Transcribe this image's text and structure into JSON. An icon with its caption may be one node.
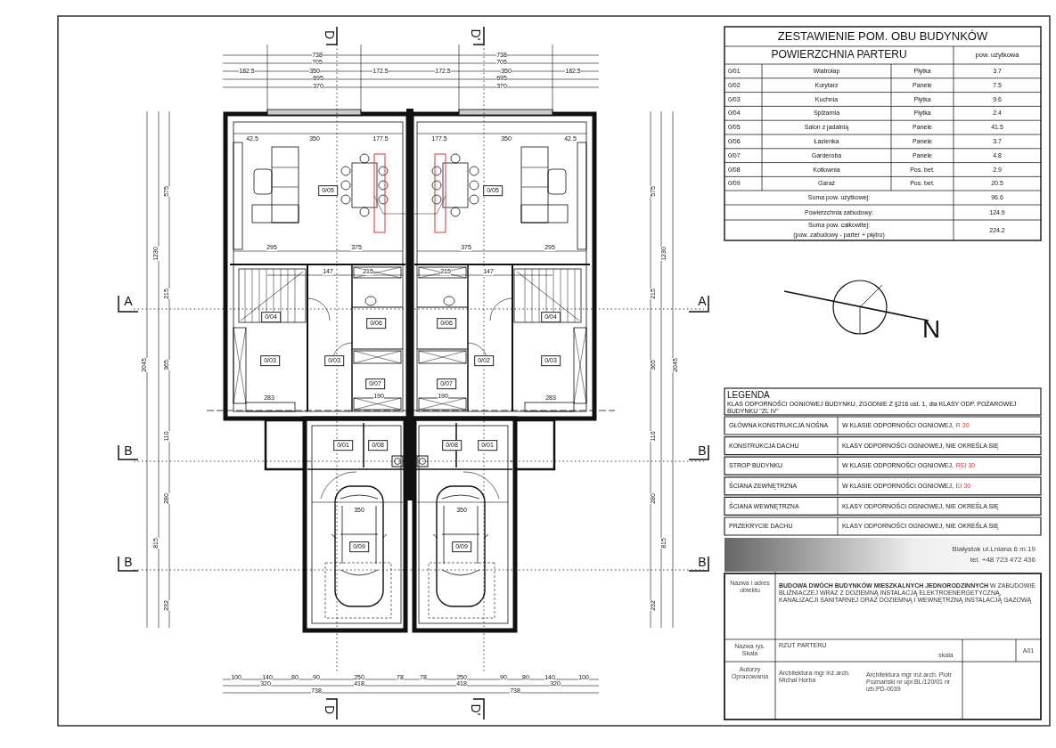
{
  "diagram": {
    "nodes": [
      {
        "text": [
          "0/05"
        ]
      },
      {
        "text": [
          "0/05"
        ]
      },
      {
        "text": [
          "0/04"
        ]
      },
      {
        "text": [
          "0/04"
        ]
      },
      {
        "text": [
          "0/06"
        ]
      },
      {
        "text": [
          "0/06"
        ]
      },
      {
        "text": [
          "0/03"
        ]
      },
      {
        "text": [
          "0/03"
        ]
      },
      {
        "text": [
          "0/02"
        ]
      },
      {
        "text": [
          "0/03"
        ]
      },
      {
        "text": [
          "0/07"
        ]
      },
      {
        "text": [
          "0/07"
        ]
      },
      {
        "text": [
          "0/01"
        ]
      },
      {
        "text": [
          "0/08"
        ]
      },
      {
        "text": [
          "0/08"
        ]
      },
      {
        "text": [
          "0/01"
        ]
      },
      {
        "text": [
          "0/09"
        ]
      },
      {
        "text": [
          "0/09"
        ]
      }
    ],
    "labels": [
      "ZESTAWIENIE POM. OBU BUDYNKÓW",
      "POWIERZCHNIA PARTERU",
      "pow. użytkowa",
      "0/01",
      "Wiatrołap",
      "Płytka",
      "3.7",
      "0/02",
      "Korytarz",
      "Panele",
      "7.5",
      "0/03",
      "Kuchnia",
      "Płytka",
      "9.6",
      "0/04",
      "Spiżarnia",
      "Płytka",
      "2.4",
      "0/05",
      "Salon z jadalnią",
      "Panele",
      "41.5",
      "0/06",
      "Łazienka",
      "Panele",
      "3.7",
      "0/07",
      "Garderoba",
      "Panele",
      "4.8",
      "0/08",
      "Kotłownia",
      "Pos. bet.",
      "2.9",
      "0/09",
      "Garaż",
      "Pos. bet.",
      "20.5",
      "Suma pow. użytkowej:",
      "96.6",
      "Powierzchnia zabudowy:",
      "124.9",
      "Suma pow. całkowitej:",
      "(pow. zabudowy - parter + piętro)",
      "224.2",
      "LEGENDA",
      "KLAS ODPORNOŚCI OGNIOWEJ BUDYNKU, ZGODNIE Z §216 ust. 1, dla KLASY ODP. POŻAROWEJ BUDYNKU \"ZL IV\"",
      "GŁÓWNA KONSTRUKCJA NOŚNA",
      "W KLASIE ODPORNOŚCI OGNIOWEJ,",
      "R 30",
      "KONSTRUKCJA DACHU",
      "KLASY ODPORNOŚCI OGNIOWEJ, NIE OKREŚLA SIĘ",
      "STROP BUDYNKU",
      "W KLASIE ODPORNOŚCI OGNIOWEJ,",
      "REI 30",
      "ŚCIANA ZEWNĘTRZNA",
      "W KLASIE ODPORNOŚCI OGNIOWEJ,",
      "EI 30",
      "ŚCIANA WEWNĘTRZNA",
      "KLASY ODPORNOŚCI OGNIOWEJ, NIE OKREŚLA SIĘ",
      "PRZEKRYCIE DACHU",
      "KLASY ODPORNOŚCI OGNIOWEJ, NIE OKREŚLA SIĘ",
      "Białystok ul.Lniana 6 m.19",
      "tel. +48 723 472 436",
      "Nazwa i adres obiektu",
      "**BUDOWA DWÓCH BUDYNKÓW MIESZKALNYCH JEDNORODZINNYCH** W ZABUDOWIE BLIŹNIACZEJ WRAZ Z DOZIEMNĄ INSTALACJĄ ELEKTROENERGETYCZNĄ, KANALIZACJI SANITARNEJ ORAZ DOZIEMNĄ I WEWNĘTRZNĄ INSTALACJĄ GAZOWĄ",
      "Nazwa rys. Skala",
      "RZUT PARTERU",
      "skala",
      "A01",
      "Autorzy Opracowania",
      "Architektura mgr inż.arch. Michał Horba",
      "Architektura mgr inż.arch. Piotr Poznański nr upr.BL/120/01 nr izb.PD-0039",
      "D",
      "D'",
      "A",
      "A",
      "B",
      "B",
      "B",
      "B",
      "D",
      "D'",
      "N",
      "738",
      "705",
      "182.5",
      "350",
      "172.5",
      "695",
      "370",
      "738",
      "705",
      "172.5",
      "350",
      "182.5",
      "695",
      "370",
      "42.5",
      "350",
      "177.5",
      "295",
      "375",
      "177.5",
      "350",
      "42.5",
      "375",
      "295",
      "147",
      "215",
      "215",
      "147",
      "283",
      "190",
      "190",
      "283",
      "350",
      "350",
      "100",
      "140",
      "80",
      "90",
      "250",
      "78",
      "78",
      "250",
      "90",
      "80",
      "140",
      "100",
      "320",
      "418",
      "418",
      "320",
      "738",
      "738",
      "575",
      "215",
      "365",
      "1230",
      "2045",
      "110",
      "280",
      "815",
      "232",
      "575",
      "215",
      "365",
      "1230",
      "2045",
      "110",
      "280",
      "815",
      "232"
    ]
  }
}
